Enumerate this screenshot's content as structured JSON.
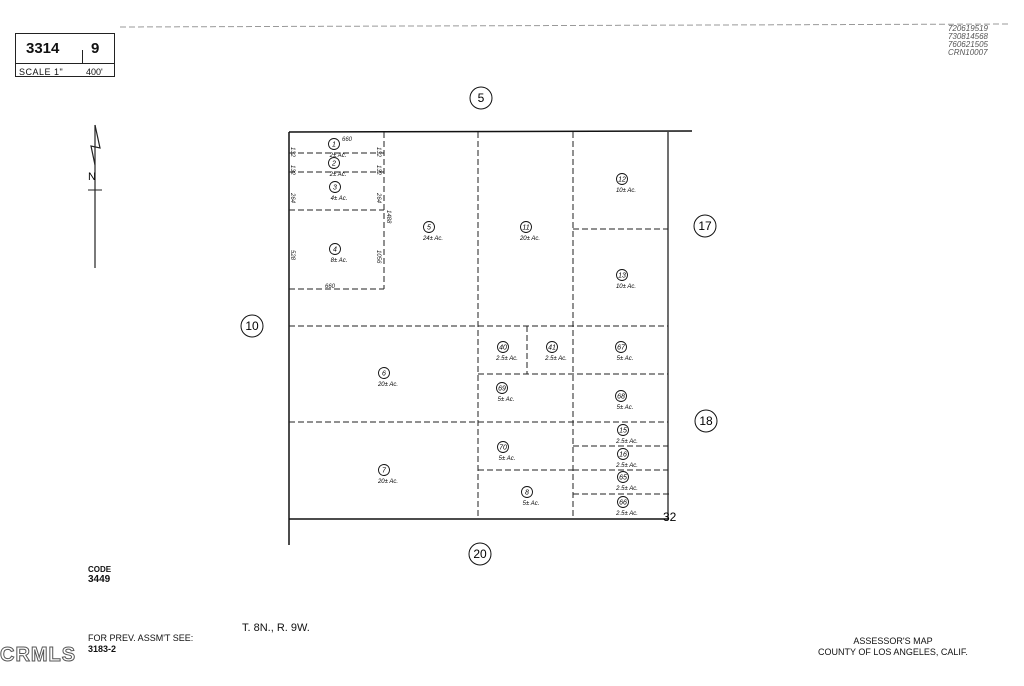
{
  "header": {
    "book": "3314",
    "page": "9",
    "scale_label": "SCALE 1\"",
    "scale_value": "400'",
    "ref_numbers": [
      "720619519",
      "730814568",
      "760621505",
      "CRN10007"
    ]
  },
  "north": {
    "label": "N"
  },
  "adjacent_sections": {
    "top": "5",
    "left": "10",
    "right_upper": "17",
    "right_lower": "18",
    "bottom": "20"
  },
  "corner_label": "32",
  "parcels": [
    {
      "num": "1",
      "area": "2± Ac."
    },
    {
      "num": "2",
      "area": "2± Ac."
    },
    {
      "num": "3",
      "area": "4± Ac."
    },
    {
      "num": "4",
      "area": "8± Ac."
    },
    {
      "num": "5",
      "area": "24± Ac."
    },
    {
      "num": "11",
      "area": "20± Ac."
    },
    {
      "num": "12",
      "area": "10± Ac."
    },
    {
      "num": "13",
      "area": "10± Ac."
    },
    {
      "num": "6",
      "area": "20± Ac."
    },
    {
      "num": "40",
      "area": "2.5± Ac."
    },
    {
      "num": "41",
      "area": "2.5± Ac."
    },
    {
      "num": "67",
      "area": "5± Ac."
    },
    {
      "num": "69",
      "area": "5± Ac."
    },
    {
      "num": "68",
      "area": "5± Ac."
    },
    {
      "num": "7",
      "area": "20± Ac."
    },
    {
      "num": "70",
      "area": "5± Ac."
    },
    {
      "num": "15",
      "area": "2.5± Ac."
    },
    {
      "num": "16",
      "area": "2.5± Ac."
    },
    {
      "num": "65",
      "area": "2.5± Ac."
    },
    {
      "num": "66",
      "area": "2.5± Ac."
    },
    {
      "num": "8",
      "area": "5± Ac."
    }
  ],
  "dimensions": {
    "top_660": "660",
    "bottom_660": "660",
    "side_132a": "132",
    "side_132b": "132",
    "side_132c": "132",
    "side_132d": "132",
    "side_264a": "264",
    "side_264b": "264",
    "side_528": "528",
    "side_1056": "1056",
    "side_1488": "1488"
  },
  "footer": {
    "code_label": "CODE",
    "code_value": "3449",
    "prev_label": "FOR PREV. ASSM'T SEE:",
    "prev_value": "3183-2",
    "township": "T. 8N., R. 9W.",
    "map_title": "ASSESSOR'S MAP",
    "county": "COUNTY OF LOS ANGELES, CALIF."
  },
  "watermark": "CRMLS"
}
